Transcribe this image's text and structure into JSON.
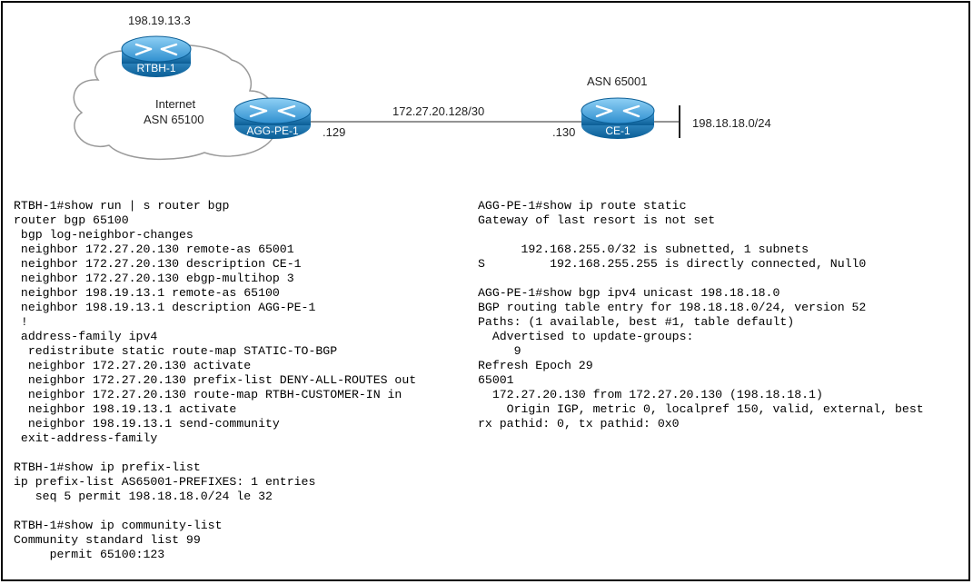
{
  "diagram": {
    "rtbh_ip": "198.19.13.3",
    "rtbh_name": "RTBH-1",
    "cloud_label_1": "Internet",
    "cloud_label_2": "ASN 65100",
    "agg_name": "AGG-PE-1",
    "agg_suffix": ".129",
    "link_subnet": "172.27.20.128/30",
    "ce_suffix": ".130",
    "ce_asn": "ASN 65001",
    "ce_name": "CE-1",
    "ce_lan": "198.18.18.0/24"
  },
  "left_cli": [
    "RTBH-1#show run | s router bgp",
    "router bgp 65100",
    " bgp log-neighbor-changes",
    " neighbor 172.27.20.130 remote-as 65001",
    " neighbor 172.27.20.130 description CE-1",
    " neighbor 172.27.20.130 ebgp-multihop 3",
    " neighbor 198.19.13.1 remote-as 65100",
    " neighbor 198.19.13.1 description AGG-PE-1",
    " !",
    " address-family ipv4",
    "  redistribute static route-map STATIC-TO-BGP",
    "  neighbor 172.27.20.130 activate",
    "  neighbor 172.27.20.130 prefix-list DENY-ALL-ROUTES out",
    "  neighbor 172.27.20.130 route-map RTBH-CUSTOMER-IN in",
    "  neighbor 198.19.13.1 activate",
    "  neighbor 198.19.13.1 send-community",
    " exit-address-family",
    "",
    "RTBH-1#show ip prefix-list",
    "ip prefix-list AS65001-PREFIXES: 1 entries",
    "   seq 5 permit 198.18.18.0/24 le 32",
    "",
    "RTBH-1#show ip community-list",
    "Community standard list 99",
    "     permit 65100:123"
  ],
  "right_cli": [
    "AGG-PE-1#show ip route static",
    "Gateway of last resort is not set",
    "",
    "      192.168.255.0/32 is subnetted, 1 subnets",
    "S         192.168.255.255 is directly connected, Null0",
    "",
    "AGG-PE-1#show bgp ipv4 unicast 198.18.18.0",
    "BGP routing table entry for 198.18.18.0/24, version 52",
    "Paths: (1 available, best #1, table default)",
    "  Advertised to update-groups:",
    "     9",
    "Refresh Epoch 29",
    "65001",
    "  172.27.20.130 from 172.27.20.130 (198.18.18.1)",
    "    Origin IGP, metric 0, localpref 150, valid, external, best",
    "rx pathid: 0, tx pathid: 0x0"
  ]
}
